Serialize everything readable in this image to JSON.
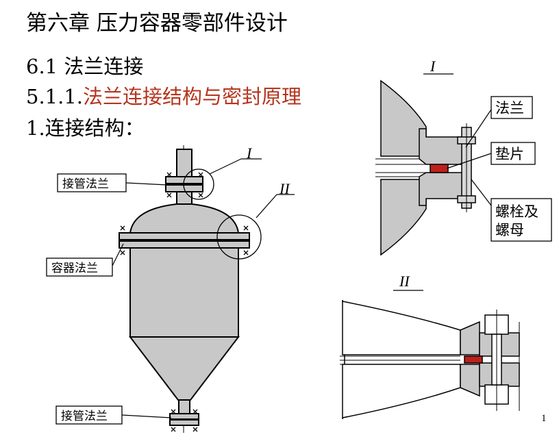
{
  "slide": {
    "title": "第六章  压力容器零部件设计",
    "section_1": "6.1 法兰连接",
    "section_2_number": "5.1.1.",
    "section_2_text": "法兰连接结构与密封原理",
    "section_3": "1.连接结构：",
    "page_number": "1"
  },
  "figure_vessel": {
    "label_top_nozzle_flange": "接管法兰",
    "label_vessel_flange": "容器法兰",
    "label_bottom_nozzle_flange": "接管法兰",
    "detail_mark_1": "I",
    "detail_mark_2": "II"
  },
  "detail_I": {
    "heading": "I",
    "label_flange": "法兰",
    "label_gasket": "垫片",
    "label_bolt_line1": "螺栓及",
    "label_bolt_line2": "螺母"
  },
  "detail_II": {
    "heading": "II"
  },
  "colors": {
    "accent_red": "#b5341e",
    "metal_gray": "#c8c8c8",
    "gasket_red": "#c0201c"
  }
}
